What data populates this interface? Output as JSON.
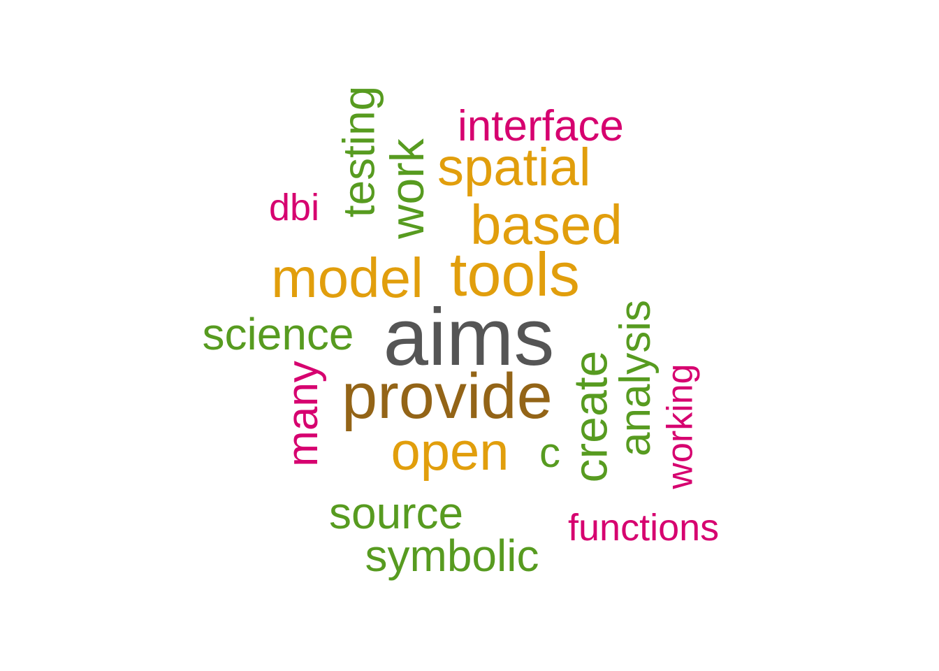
{
  "palette": {
    "gray": "#555555",
    "brown": "#936417",
    "orange": "#E19E0C",
    "green": "#579B20",
    "pink": "#D6006F"
  },
  "words": [
    {
      "text": "aims",
      "color": "gray",
      "vertical": false
    },
    {
      "text": "provide",
      "color": "brown",
      "vertical": false
    },
    {
      "text": "model",
      "color": "orange",
      "vertical": false
    },
    {
      "text": "tools",
      "color": "orange",
      "vertical": false
    },
    {
      "text": "based",
      "color": "orange",
      "vertical": false
    },
    {
      "text": "spatial",
      "color": "orange",
      "vertical": false
    },
    {
      "text": "open",
      "color": "orange",
      "vertical": false
    },
    {
      "text": "interface",
      "color": "pink",
      "vertical": false
    },
    {
      "text": "testing",
      "color": "green",
      "vertical": true
    },
    {
      "text": "work",
      "color": "green",
      "vertical": true
    },
    {
      "text": "dbi",
      "color": "pink",
      "vertical": false
    },
    {
      "text": "science",
      "color": "green",
      "vertical": false
    },
    {
      "text": "many",
      "color": "pink",
      "vertical": true
    },
    {
      "text": "create",
      "color": "green",
      "vertical": true
    },
    {
      "text": "analysis",
      "color": "green",
      "vertical": true
    },
    {
      "text": "working",
      "color": "pink",
      "vertical": true
    },
    {
      "text": "c",
      "color": "green",
      "vertical": false
    },
    {
      "text": "source",
      "color": "green",
      "vertical": false
    },
    {
      "text": "symbolic",
      "color": "green",
      "vertical": false
    },
    {
      "text": "functions",
      "color": "pink",
      "vertical": false
    }
  ]
}
